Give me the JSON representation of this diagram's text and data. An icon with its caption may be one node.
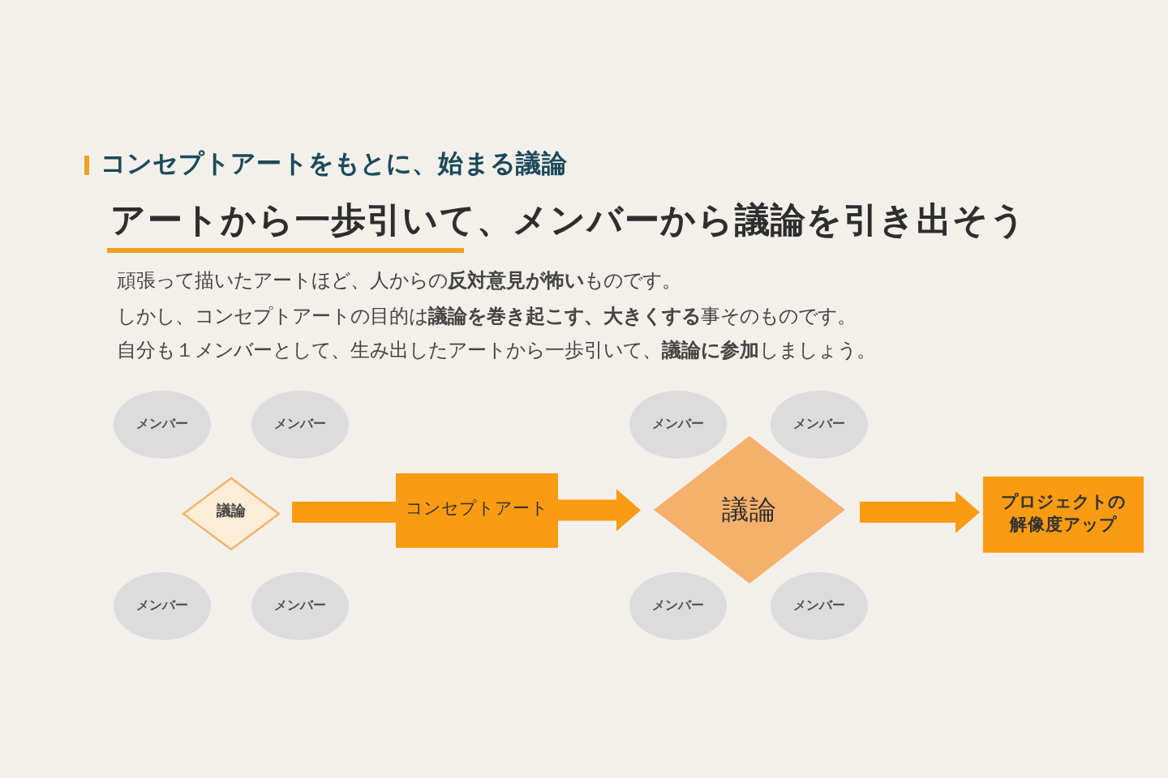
{
  "diagram": {
    "title": "アートから一歩引いて、メンバーから議論を引き出そう",
    "nodes": [
      {
        "text": [
          "メンバー"
        ]
      },
      {
        "text": [
          "メンバー"
        ]
      },
      {
        "text": [
          "議論"
        ]
      },
      {
        "text": [
          "メンバー"
        ]
      },
      {
        "text": [
          "メンバー"
        ]
      },
      {
        "text": [
          "コンセプトアート"
        ]
      },
      {
        "text": [
          "メンバー"
        ]
      },
      {
        "text": [
          "メンバー"
        ]
      },
      {
        "text": [
          "議論"
        ]
      },
      {
        "text": [
          "メンバー"
        ]
      },
      {
        "text": [
          "メンバー"
        ]
      },
      {
        "text": [
          "プロジェクトの解像度アップ"
        ]
      }
    ],
    "edges": [
      {
        "from": 2,
        "to": 5,
        "arrow": "none"
      },
      {
        "from": 5,
        "to": 8,
        "arrow": "to"
      },
      {
        "from": 8,
        "to": 11,
        "arrow": "to"
      }
    ],
    "labels": [
      "コンセプトアートをもとに、始まる議論",
      "頑張って描いたアートほど、人からの**反対意見が怖い**ものです。",
      "しかし、コンセプトアートの目的は**議論を巻き起こす、大きくする**事そのものです。",
      "自分も１メンバーとして、生み出したアートから一歩引いて、**議論に参加**しましょう。"
    ]
  }
}
